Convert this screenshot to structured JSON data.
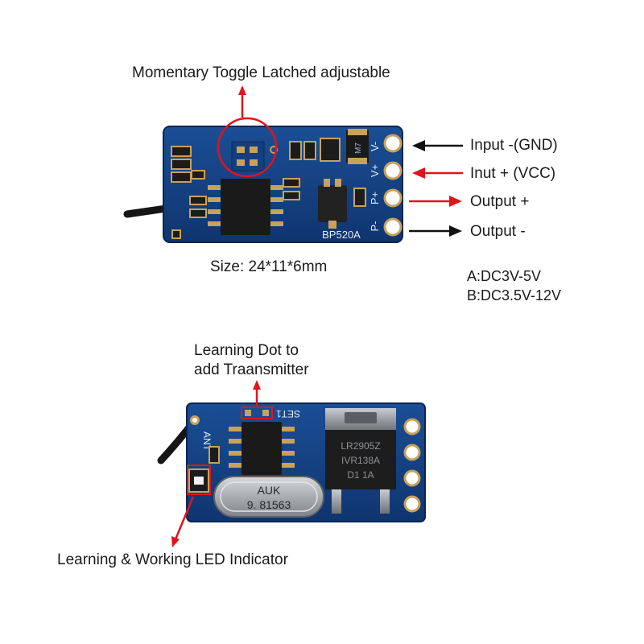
{
  "top_board": {
    "mode_label": "Momentary Toggle Latched adjustable",
    "pin_labels": [
      "V-",
      "V+",
      "P+",
      "P-"
    ],
    "chip_marking": "M7",
    "board_marking": "BP520A",
    "callouts": {
      "input_gnd": "Input -(GND)",
      "input_vcc": "Inut + (VCC)",
      "output_plus": "Output +",
      "output_minus": "Output -"
    },
    "size": "Size: 24*11*6mm",
    "voltage_a": "A:DC3V-5V",
    "voltage_b": "B:DC3.5V-12V"
  },
  "bottom_board": {
    "learning_dot_line1": "Learning Dot to",
    "learning_dot_line2": "add Traansmitter",
    "set_marking": "SET1",
    "ant_marking": "ANT",
    "crystal_line1": "AUK",
    "crystal_line2": "9. 81563",
    "regulator_line1": "LR2905Z",
    "regulator_line2": "IVR138A",
    "regulator_line3": "D1    1A",
    "led_label": "Learning & Working LED Indicator"
  },
  "colors": {
    "pcb_blue": "#123c7c",
    "arrow_red": "#e0141b",
    "arrow_black": "#111111",
    "chip_black": "#1a1a1a",
    "pad_gold": "#c8a25a"
  }
}
